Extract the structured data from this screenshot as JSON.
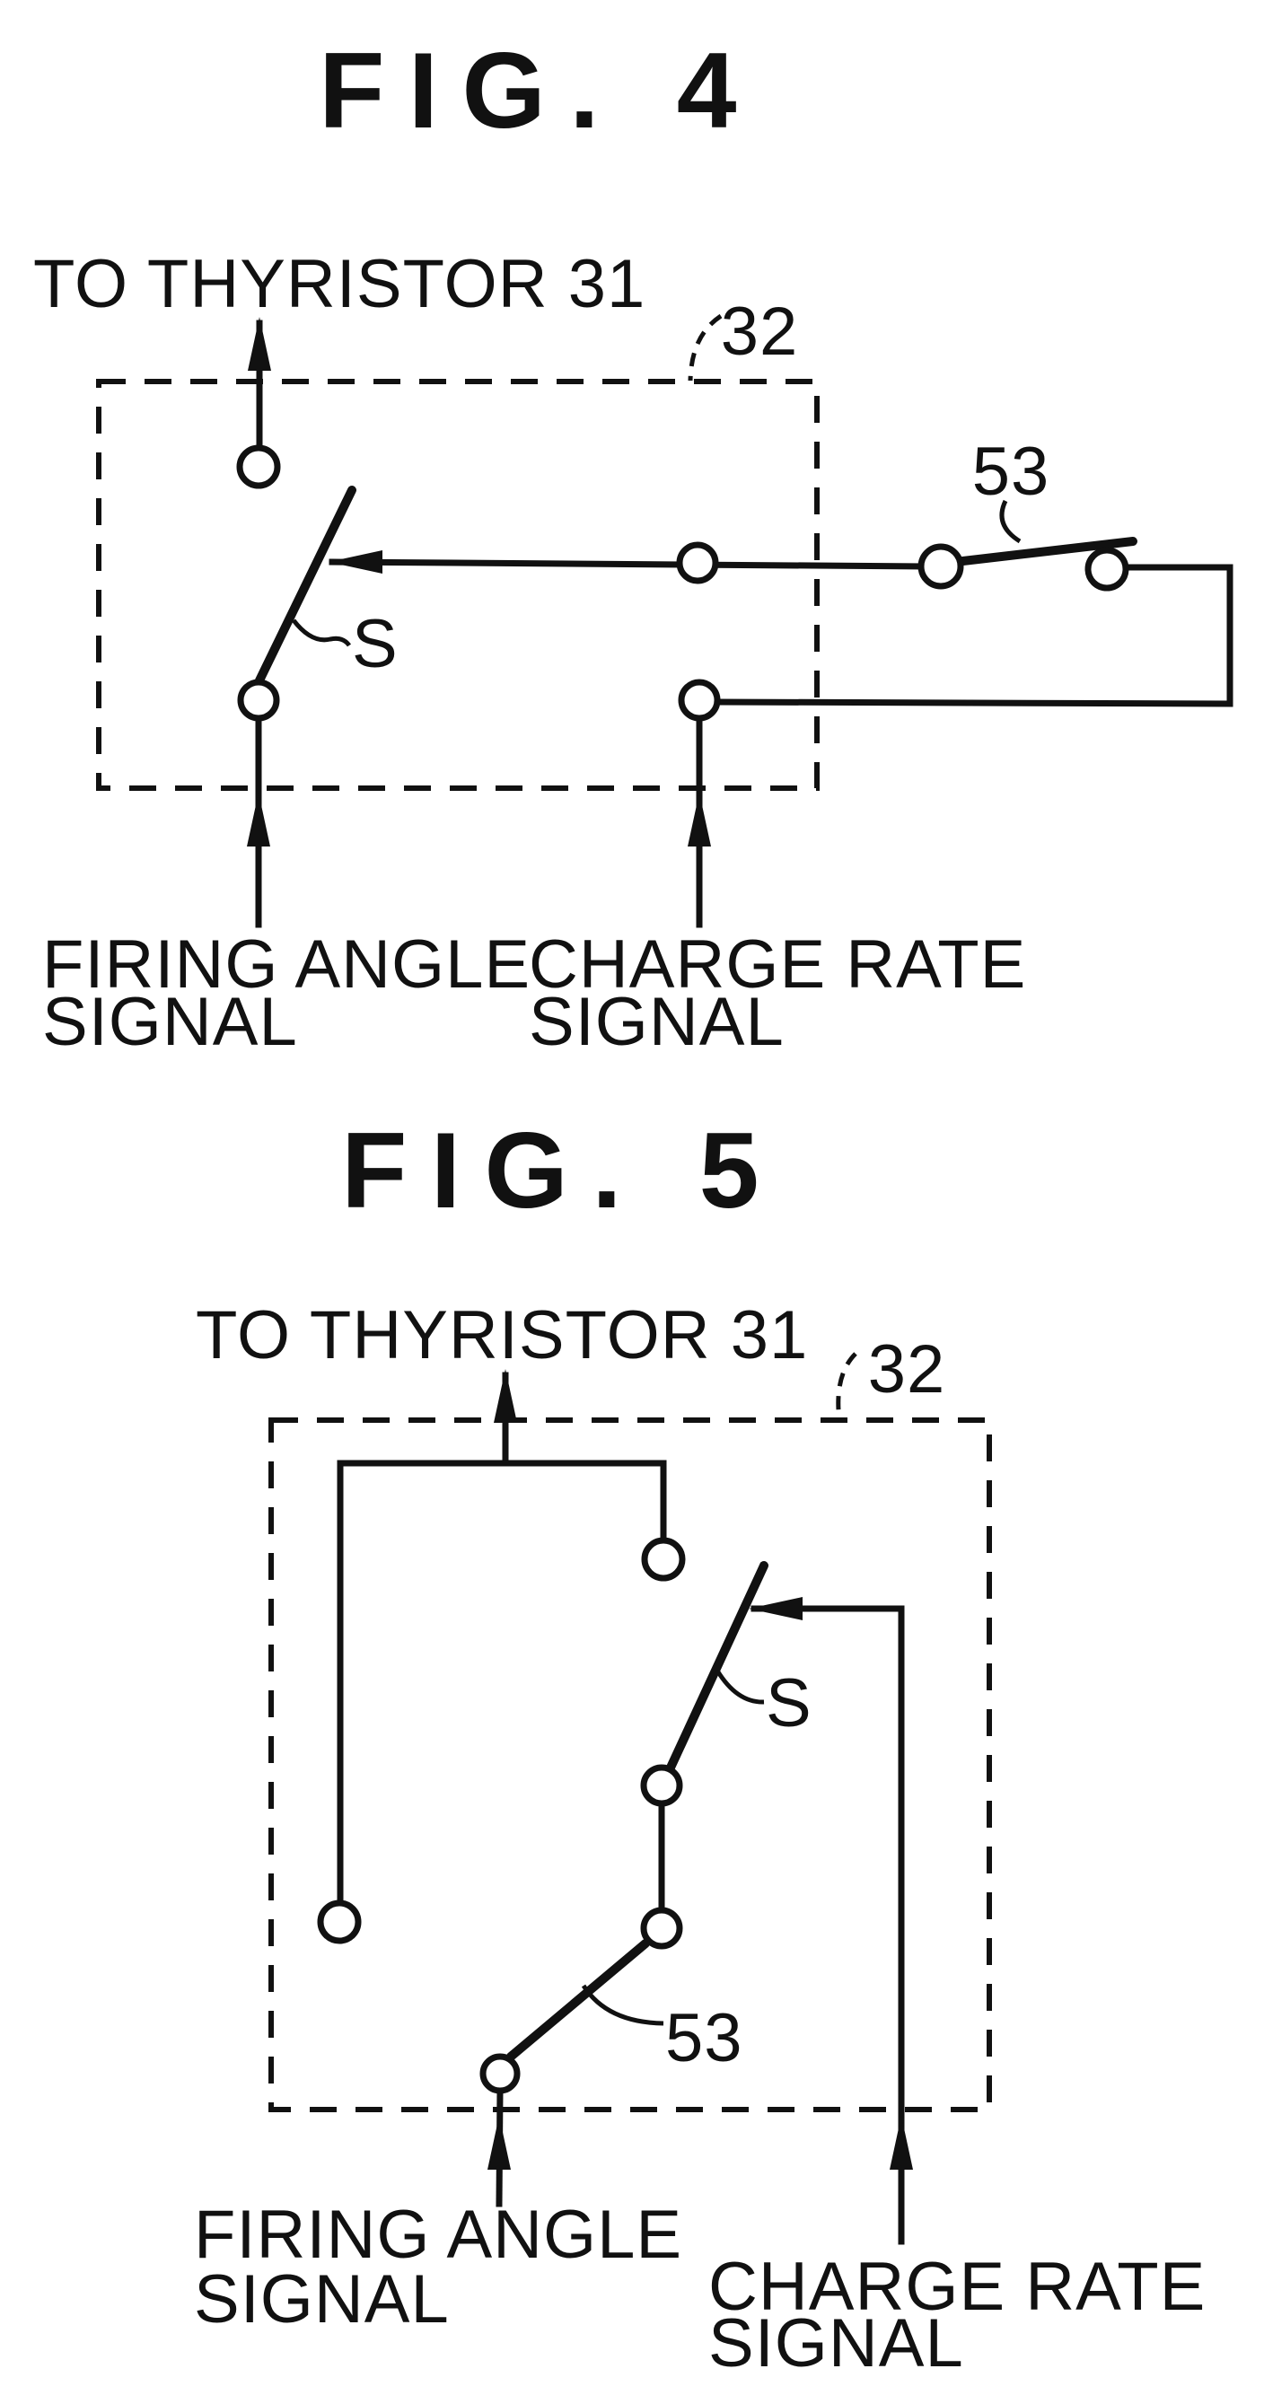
{
  "page": {
    "background": "#ffffff",
    "ink": "#111111"
  },
  "figures": [
    {
      "id": "fig4",
      "title": "FIG. 4",
      "output_label": "TO THYRISTOR 31",
      "enclosure_ref": "32",
      "switch_s_label": "S",
      "switch_53_label": "53",
      "firing_angle_line1": "FIRING ANGLE",
      "firing_angle_line2": "SIGNAL",
      "charge_rate_line1": "CHARGE RATE",
      "charge_rate_line2": "SIGNAL"
    },
    {
      "id": "fig5",
      "title": "FIG. 5",
      "output_label": "TO THYRISTOR 31",
      "enclosure_ref": "32",
      "switch_s_label": "S",
      "switch_53_label": "53",
      "firing_angle_line1": "FIRING ANGLE",
      "firing_angle_line2": "SIGNAL",
      "charge_rate_line1": "CHARGE RATE",
      "charge_rate_line2": "SIGNAL"
    }
  ]
}
